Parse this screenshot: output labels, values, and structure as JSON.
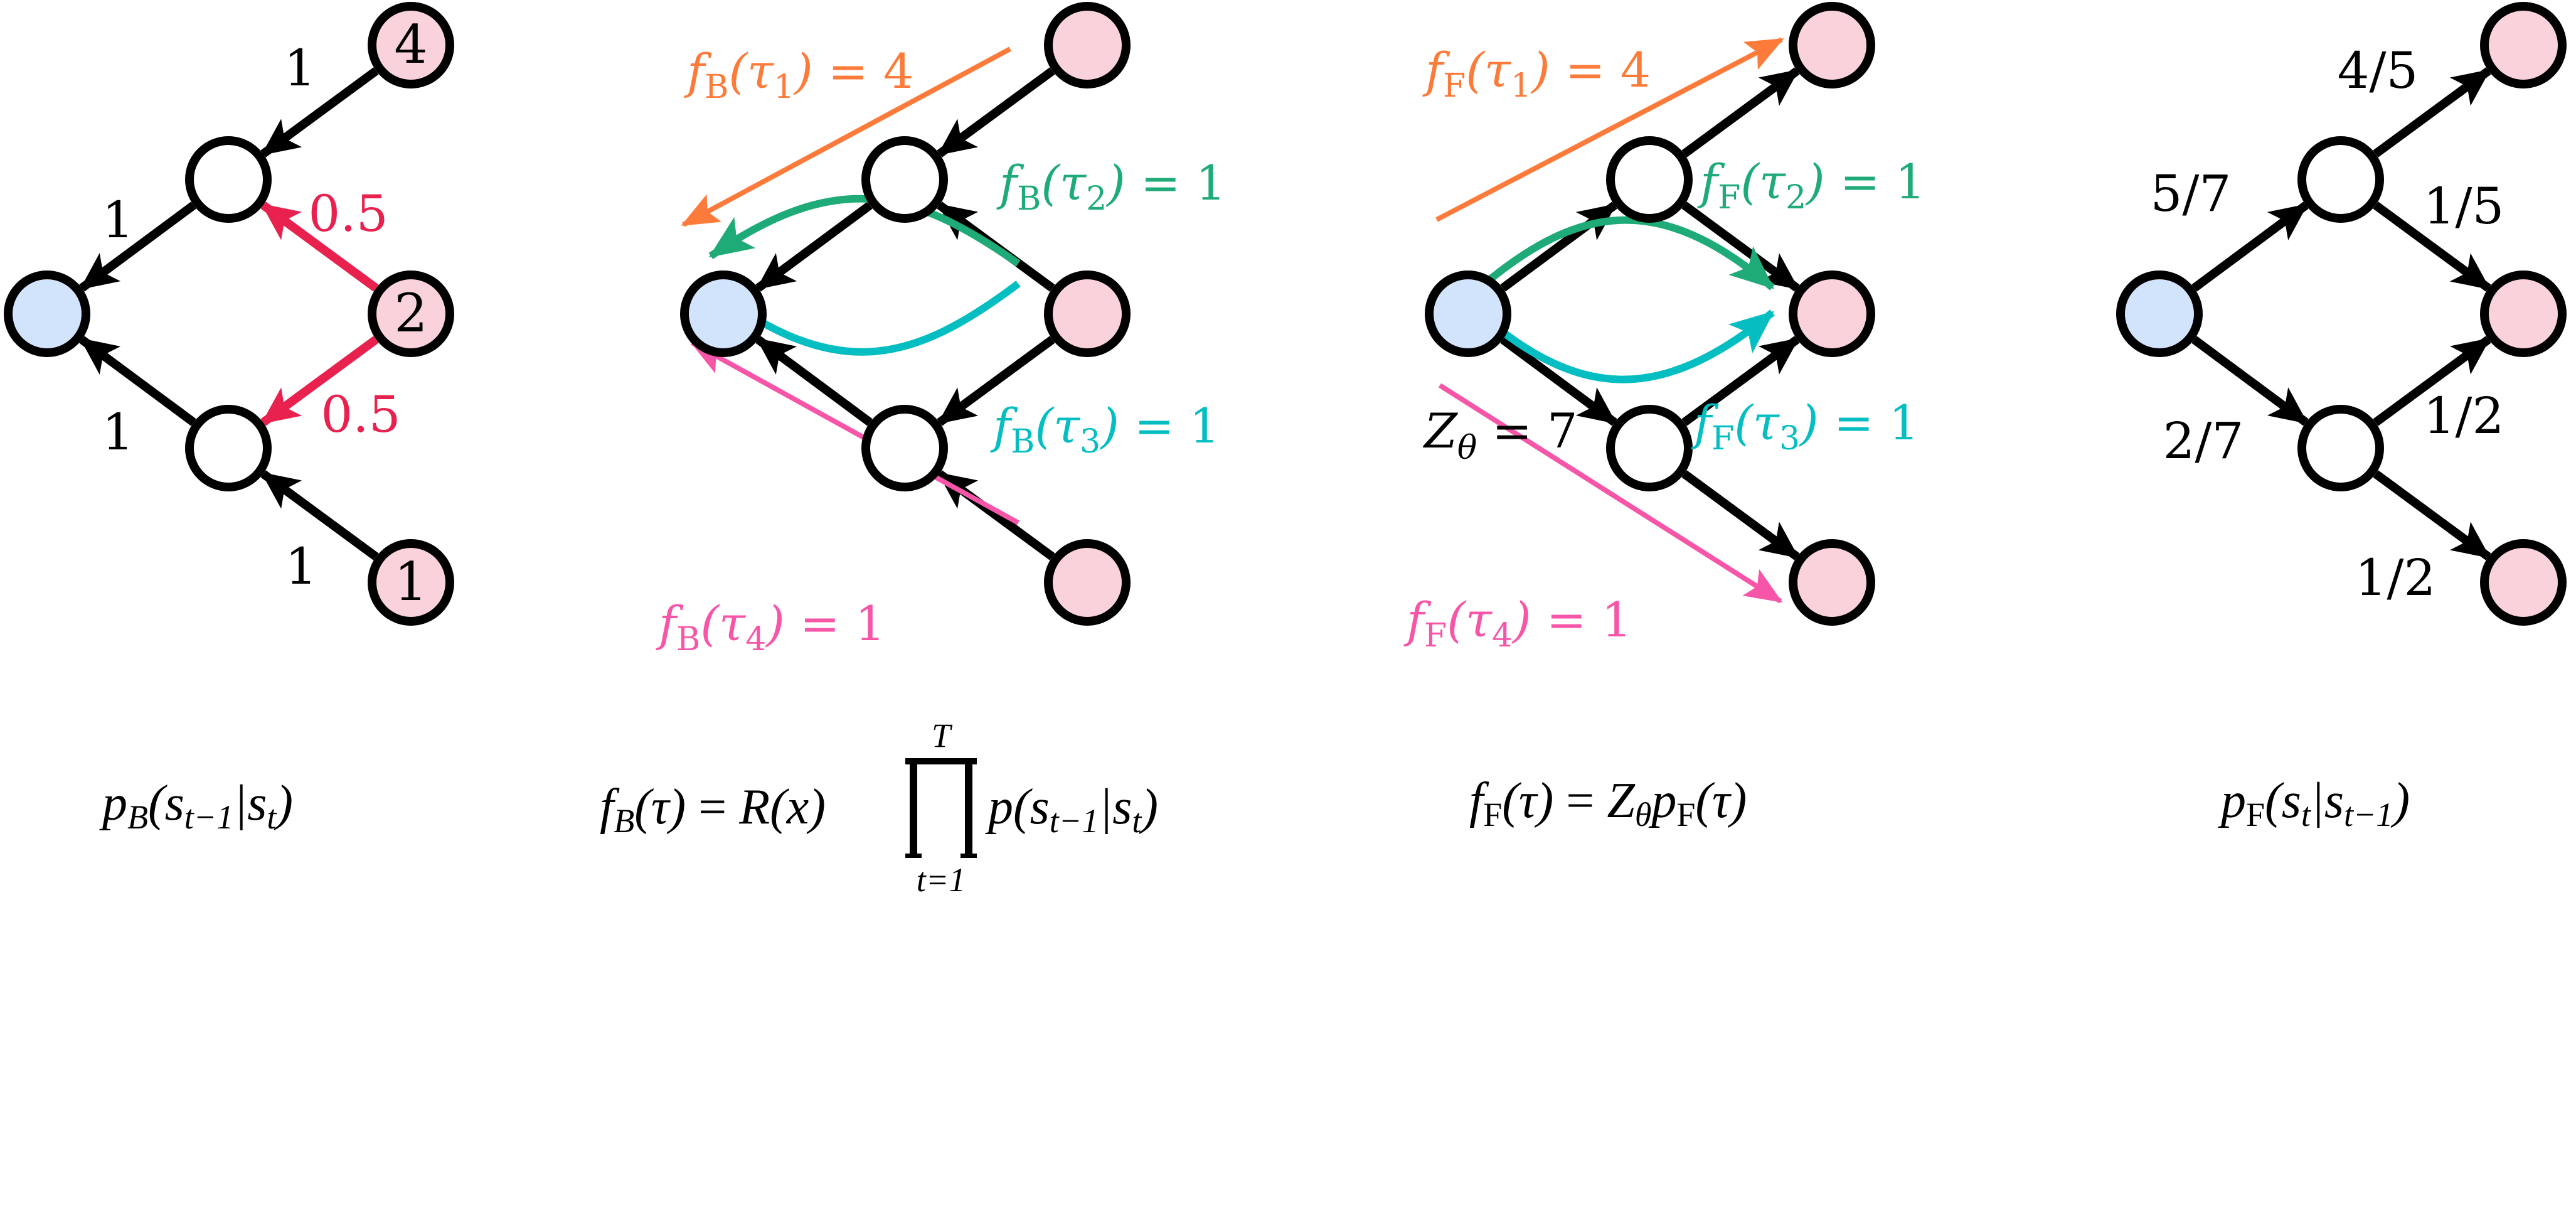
{
  "colors": {
    "node_stroke": "#000000",
    "source_fill": "#d2e3fc",
    "terminal_fill": "#f9d2dc",
    "inner_fill": "#ffffff",
    "edge": "#000000",
    "highlight_red": "#e8214f",
    "tau1_orange": "#fd7b3a",
    "tau2_green": "#1fab78",
    "tau3_teal": "#04bec2",
    "tau4_pink": "#f756a8"
  },
  "panels": [
    {
      "id": "backward-policy",
      "direction": "backward",
      "terminal_rewards": [
        "4",
        "2",
        "1"
      ],
      "edge_labels": [
        {
          "edge": "t1-m1",
          "text": "1",
          "color": "black"
        },
        {
          "edge": "m1-s",
          "text": "1",
          "color": "black"
        },
        {
          "edge": "m2-s",
          "text": "1",
          "color": "black"
        },
        {
          "edge": "t3-m2",
          "text": "1",
          "color": "black"
        },
        {
          "edge": "t2-m1",
          "text": "0.5",
          "color": "red"
        },
        {
          "edge": "t2-m2",
          "text": "0.5",
          "color": "red"
        }
      ],
      "caption": {
        "p": "p",
        "sub": "B",
        "args_a": "s",
        "args_a_sub": "t−1",
        "args_b": "s",
        "args_b_sub": "t"
      }
    },
    {
      "id": "backward-flows",
      "direction": "backward",
      "trajectory_labels": [
        {
          "f": "f",
          "sub": "B",
          "tau_sub": "1",
          "value": "4",
          "color": "tau1_orange"
        },
        {
          "f": "f",
          "sub": "B",
          "tau_sub": "2",
          "value": "1",
          "color": "tau2_green"
        },
        {
          "f": "f",
          "sub": "B",
          "tau_sub": "3",
          "value": "1",
          "color": "tau3_teal"
        },
        {
          "f": "f",
          "sub": "B",
          "tau_sub": "4",
          "value": "1",
          "color": "tau4_pink"
        }
      ],
      "caption": {
        "lhs_f": "f",
        "lhs_sub": "B",
        "lhs_arg": "τ",
        "eq": "=",
        "R": "R",
        "R_arg": "x",
        "prod_top": "T",
        "prod_bottom": "t=1",
        "p": "p",
        "args_a": "s",
        "args_a_sub": "t−1",
        "args_b": "s",
        "args_b_sub": "t"
      }
    },
    {
      "id": "forward-flows",
      "direction": "forward",
      "trajectory_labels": [
        {
          "f": "f",
          "sub": "F",
          "tau_sub": "1",
          "value": "4",
          "color": "tau1_orange"
        },
        {
          "f": "f",
          "sub": "F",
          "tau_sub": "2",
          "value": "1",
          "color": "tau2_green"
        },
        {
          "f": "f",
          "sub": "F",
          "tau_sub": "3",
          "value": "1",
          "color": "tau3_teal"
        },
        {
          "f": "f",
          "sub": "F",
          "tau_sub": "4",
          "value": "1",
          "color": "tau4_pink"
        }
      ],
      "partition": {
        "Z": "Z",
        "sub": "θ",
        "value": "7"
      },
      "caption": {
        "lhs_f": "f",
        "lhs_sub": "F",
        "lhs_arg": "τ",
        "eq": "=",
        "Z": "Z",
        "Z_sub": "θ",
        "p": "p",
        "p_sub": "F",
        "p_arg": "τ"
      }
    },
    {
      "id": "forward-policy",
      "direction": "forward",
      "edge_labels": [
        {
          "edge": "s-m1",
          "text": "5/7"
        },
        {
          "edge": "s-m2",
          "text": "2/7"
        },
        {
          "edge": "m1-t1",
          "text": "4/5"
        },
        {
          "edge": "m1-t2",
          "text": "1/5"
        },
        {
          "edge": "m2-t2",
          "text": "1/2"
        },
        {
          "edge": "m2-t3",
          "text": "1/2"
        }
      ],
      "caption": {
        "p": "p",
        "sub": "F",
        "args_a": "s",
        "args_a_sub": "t",
        "args_b": "s",
        "args_b_sub": "t−1"
      }
    }
  ],
  "graph": {
    "nodes": [
      {
        "id": "s",
        "role": "source"
      },
      {
        "id": "m1",
        "role": "inner"
      },
      {
        "id": "m2",
        "role": "inner"
      },
      {
        "id": "t1",
        "role": "terminal"
      },
      {
        "id": "t2",
        "role": "terminal"
      },
      {
        "id": "t3",
        "role": "terminal"
      }
    ],
    "edges": [
      [
        "s",
        "m1"
      ],
      [
        "s",
        "m2"
      ],
      [
        "m1",
        "t1"
      ],
      [
        "m1",
        "t2"
      ],
      [
        "m2",
        "t2"
      ],
      [
        "m2",
        "t3"
      ]
    ]
  }
}
